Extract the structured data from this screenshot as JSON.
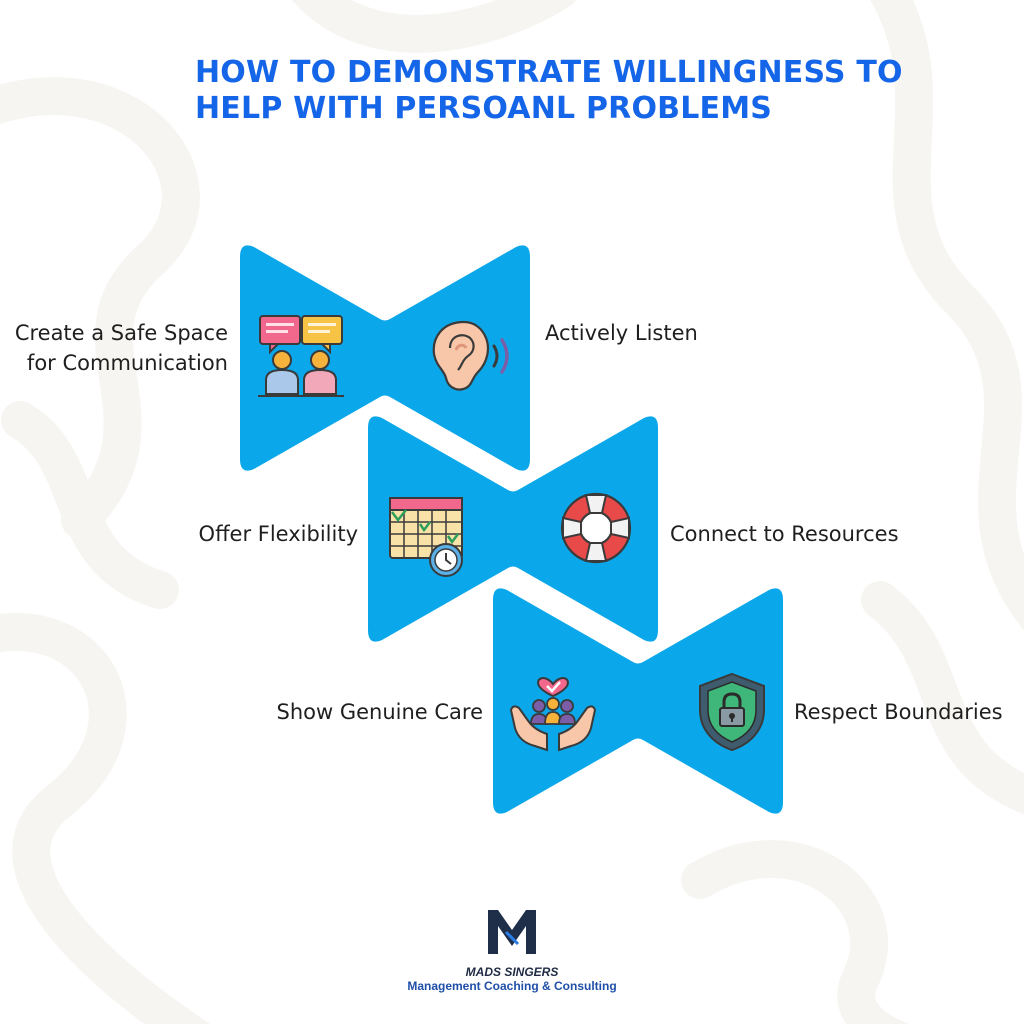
{
  "title": {
    "line1": "HOW TO DEMONSTRATE WILLINGNESS TO",
    "line2": "HELP WITH PERSOANL PROBLEMS"
  },
  "colors": {
    "title": "#1565e8",
    "bowtie": "#0aa7ea",
    "text": "#1f1f1f"
  },
  "items": [
    {
      "label": "Create a Safe Space\nfor Communication",
      "line1": "Create a Safe Space",
      "line2": "for Communication",
      "icon": "chat-people-icon"
    },
    {
      "label": "Actively Listen",
      "icon": "ear-icon"
    },
    {
      "label": "Offer Flexibility",
      "icon": "calendar-clock-icon"
    },
    {
      "label": "Connect to Resources",
      "icon": "lifebuoy-icon"
    },
    {
      "label": "Show Genuine Care",
      "icon": "caring-hands-icon"
    },
    {
      "label": "Respect Boundaries",
      "icon": "shield-lock-icon"
    }
  ],
  "brand": {
    "name": "MADS SINGERS",
    "tagline": "Management Coaching & Consulting"
  }
}
